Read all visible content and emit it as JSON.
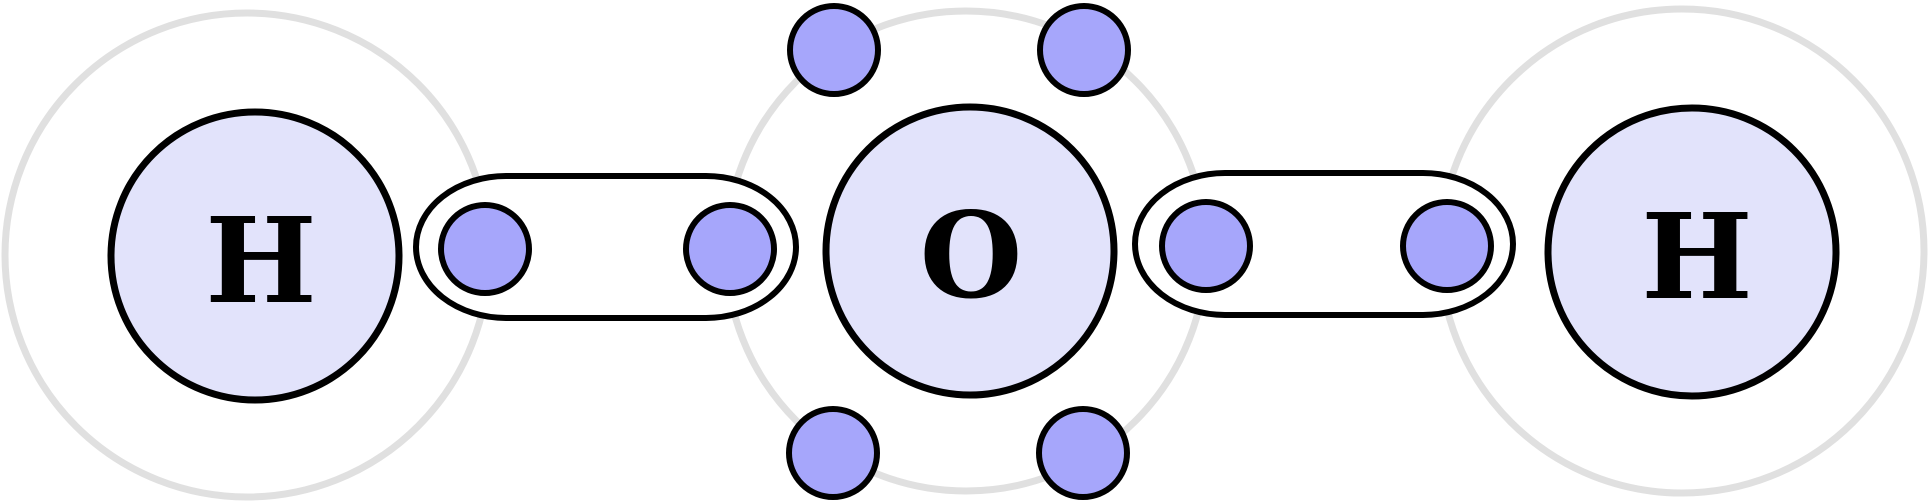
{
  "atoms": [
    {
      "id": "hydrogen-left",
      "symbol": "H"
    },
    {
      "id": "oxygen",
      "symbol": "O"
    },
    {
      "id": "hydrogen-right",
      "symbol": "H"
    }
  ],
  "colors": {
    "shell": "#e0e0e0",
    "nucleus_fill": "#e2e3fb",
    "electron_fill": "#a6a6fb",
    "outline": "#000000",
    "background": "#ffffff"
  }
}
